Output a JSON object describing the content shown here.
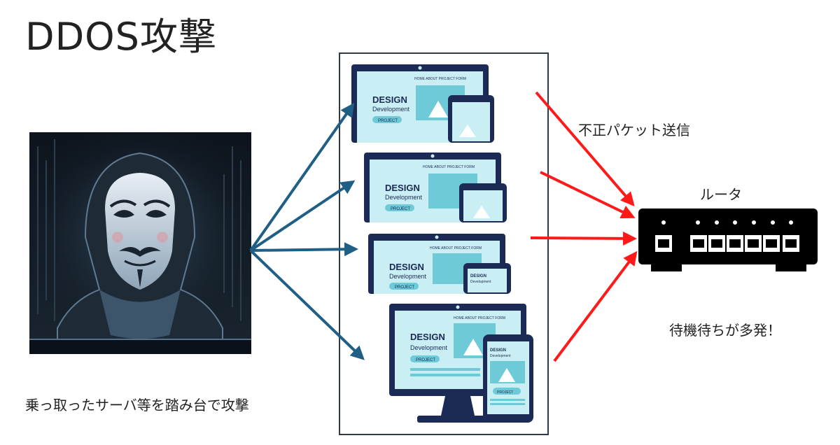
{
  "title": "DDOS攻撃",
  "caption_left": "乗っ取ったサーバ等を踏み台で攻撃",
  "label_packet": "不正パケット送信",
  "label_router": "ルータ",
  "label_wait": "待機待ちが多発！",
  "mockup": {
    "nav": "HOME  ABOUT  PROJECT  FORM",
    "heading": "DESIGN",
    "sub": "Development",
    "button": "PROJECT",
    "phone_heading": "DESIGN",
    "phone_sub": "Development",
    "phone_button": "PROJECT"
  },
  "colors": {
    "attack_arrow": "#1f5f85",
    "packet_arrow": "#ff1a1a",
    "device_frame": "#1c2b55",
    "screen": "#c9eef4",
    "accent": "#6fcad8"
  }
}
